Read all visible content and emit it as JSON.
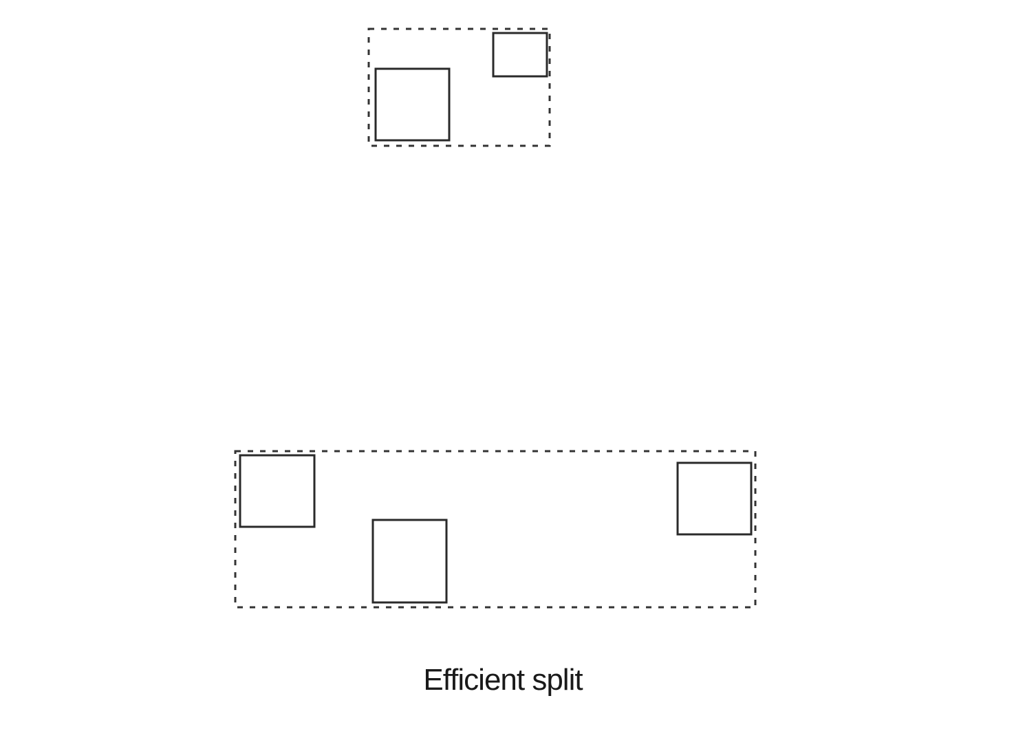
{
  "diagram": {
    "caption": "Efficient split",
    "groups": [
      {
        "name": "upper-group",
        "rectangle_count": 2
      },
      {
        "name": "lower-group",
        "rectangle_count": 3
      }
    ],
    "colors": {
      "stroke": "#2a2a2a",
      "dashed_stroke": "#333333",
      "background": "#ffffff"
    }
  }
}
